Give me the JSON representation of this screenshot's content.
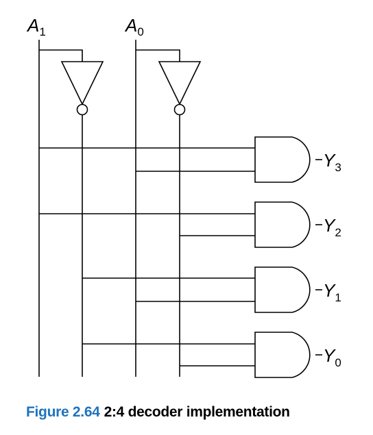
{
  "diagram": {
    "inputs": [
      {
        "letter": "A",
        "sub": "1"
      },
      {
        "letter": "A",
        "sub": "0"
      }
    ],
    "outputs": [
      {
        "letter": "Y",
        "sub": "3"
      },
      {
        "letter": "Y",
        "sub": "2"
      },
      {
        "letter": "Y",
        "sub": "1"
      },
      {
        "letter": "Y",
        "sub": "0"
      }
    ]
  },
  "caption": {
    "number": "Figure 2.64",
    "text": "2:4 decoder implementation"
  },
  "colors": {
    "caption_number": "#1e73be",
    "lines": "#000000"
  }
}
